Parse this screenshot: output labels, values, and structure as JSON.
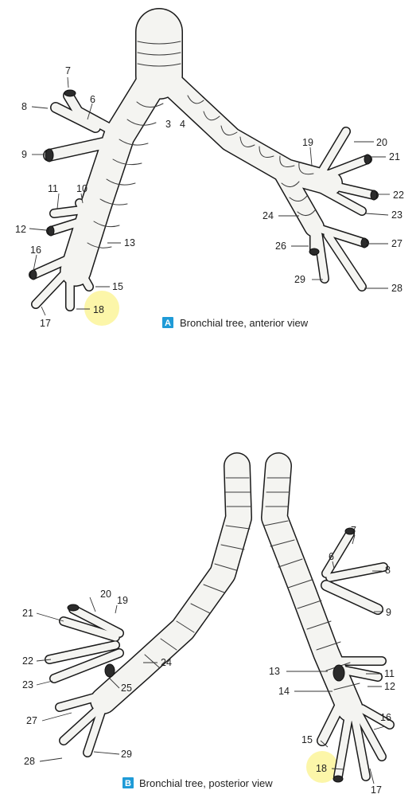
{
  "panel_a": {
    "badge": "A",
    "caption": "Bronchial tree, anterior view",
    "badge_color": "#1f9bd7",
    "labels": [
      "7",
      "6",
      "8",
      "3",
      "4",
      "9",
      "11",
      "10",
      "12",
      "13",
      "16",
      "15",
      "18",
      "17",
      "20",
      "19",
      "21",
      "22",
      "23",
      "24",
      "27",
      "26",
      "29",
      "28"
    ]
  },
  "panel_b": {
    "badge": "B",
    "caption": "Bronchial tree, posterior view",
    "badge_color": "#1f9bd7",
    "labels": [
      "7",
      "6",
      "8",
      "20",
      "19",
      "9",
      "21",
      "22",
      "24",
      "23",
      "25",
      "13",
      "11",
      "12",
      "14",
      "27",
      "16",
      "29",
      "15",
      "28",
      "18",
      "17"
    ]
  },
  "highlight_color": "#fbf59a"
}
